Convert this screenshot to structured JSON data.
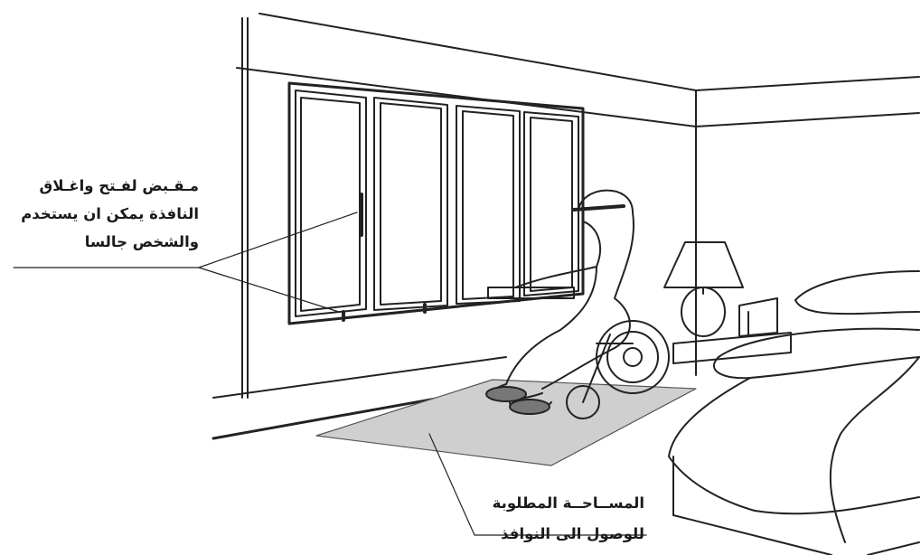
{
  "labels": {
    "window_handle": {
      "lines": [
        "مـقـبض لفـتح واغـلاق",
        "النافذة يمكن ان يستخدم",
        "والشخص جالسا"
      ]
    },
    "required_space": {
      "lines": [
        "المســاحــة المطلوبة",
        "للوصول الى النوافذ"
      ]
    }
  },
  "colors": {
    "line": "#222222",
    "floor_area": "#cfcfcf",
    "background": "#ffffff"
  }
}
